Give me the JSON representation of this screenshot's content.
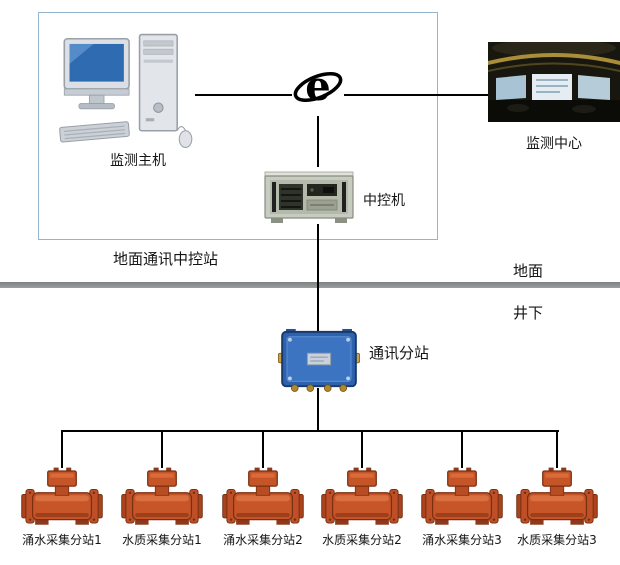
{
  "diagram": {
    "ground_station": {
      "label": "地面通讯中控站"
    },
    "zones": {
      "surface": "地面",
      "underground": "井下"
    },
    "nodes": {
      "monitor_host": {
        "label": "监测主机"
      },
      "monitor_center": {
        "label": "监测中心"
      },
      "control_machine": {
        "label": "中控机"
      },
      "comm_substation": {
        "label": "通讯分站"
      }
    },
    "devices": [
      {
        "label": "涌水采集分站1"
      },
      {
        "label": "水质采集分站1"
      },
      {
        "label": "涌水采集分站2"
      },
      {
        "label": "水质采集分站2"
      },
      {
        "label": "涌水采集分站3"
      },
      {
        "label": "水质采集分站3"
      }
    ],
    "colors": {
      "line": "#000000",
      "zone_box_border": "#94b4cf",
      "divider_gray": "#8e9292",
      "substation_blue": "#2e62ae",
      "device_orange": "#c05229"
    }
  }
}
